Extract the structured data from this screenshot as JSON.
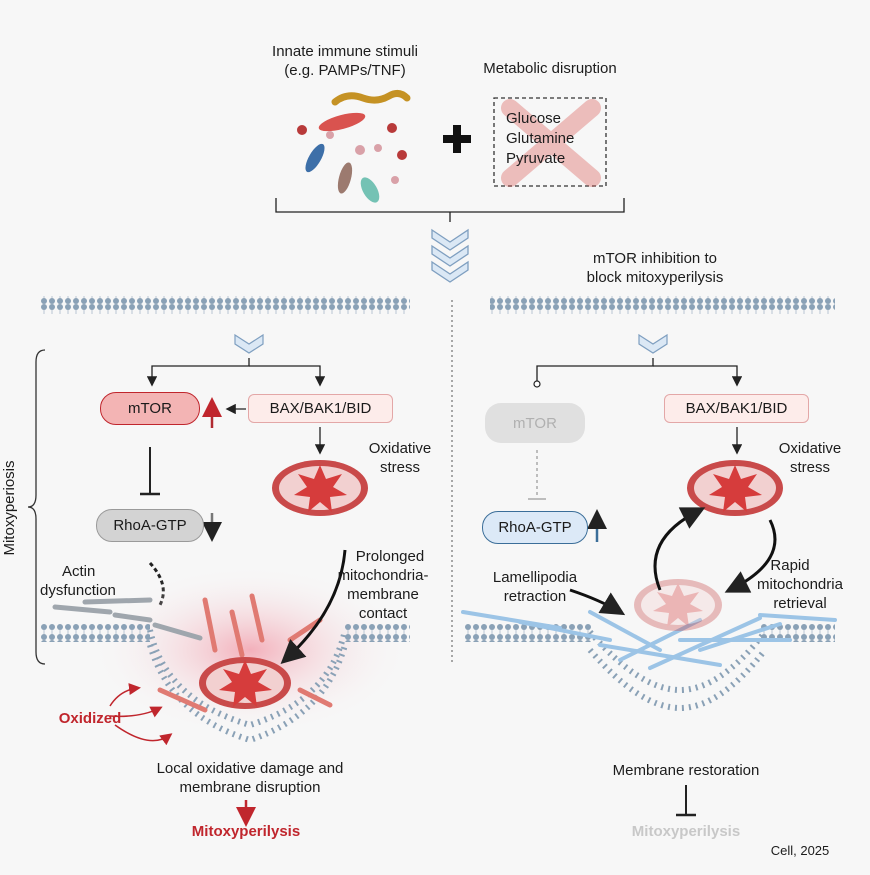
{
  "top": {
    "stimuli": "Innate immune stimuli",
    "stimuli_example": "(e.g. PAMPs/TNF)",
    "metabolic": "Metabolic disruption",
    "metabolites": [
      "Glucose",
      "Glutamine",
      "Pyruvate"
    ]
  },
  "left": {
    "brace_label": "Mitoxyperiosis",
    "mtor": "mTOR",
    "bax": "BAX/BAK1/BID",
    "rhoa": "RhoA-GTP",
    "oxidative_1": "Oxidative",
    "oxidative_2": "stress",
    "actin_1": "Actin",
    "actin_2": "dysfunction",
    "prolonged_1": "Prolonged",
    "prolonged_2": "mitochondria-",
    "prolonged_3": "membrane",
    "prolonged_4": "contact",
    "oxidized": "Oxidized",
    "damage_1": "Local oxidative damage and",
    "damage_2": "membrane disruption",
    "outcome": "Mitoxyperilysis"
  },
  "right": {
    "title_line1": "mTOR inhibition to",
    "title_line2": "block mitoxyperilysis",
    "mtor": "mTOR",
    "bax": "BAX/BAK1/BID",
    "rhoa": "RhoA-GTP",
    "oxidative_1": "Oxidative",
    "oxidative_2": "stress",
    "lamellipodia_1": "Lamellipodia",
    "lamellipodia_2": "retraction",
    "rapid_1": "Rapid",
    "rapid_2": "mitochondria",
    "rapid_3": "retrieval",
    "restoration": "Membrane restoration",
    "outcome": "Mitoxyperilysis"
  },
  "citation": "Cell, 2025",
  "colors": {
    "accent_red": "#c0262d",
    "mtor_fill": "#f3b4b4",
    "rhoa_blue": "#3b6e99",
    "membrane": "#8aa1b6",
    "faded_text": "#c8c8c8"
  }
}
